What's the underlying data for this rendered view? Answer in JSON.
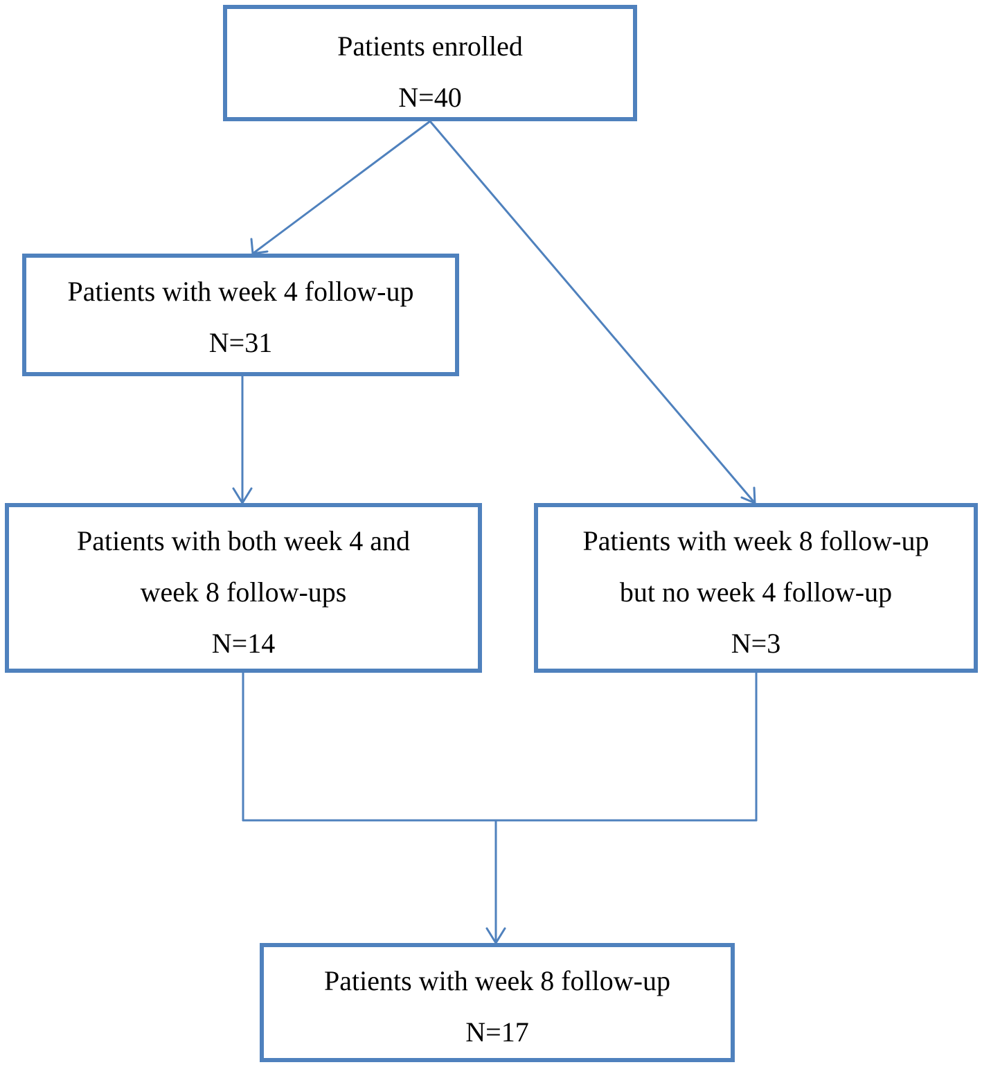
{
  "colors": {
    "box_border": "#4f81bd",
    "connector": "#4f81bd",
    "text": "#000000",
    "background": "#ffffff"
  },
  "boxes": {
    "enrolled": {
      "label": "Patients enrolled",
      "n": "N=40"
    },
    "week4": {
      "label": "Patients with week 4 follow-up",
      "n": "N=31"
    },
    "both": {
      "label_line1": "Patients with both week 4 and",
      "label_line2": "week 8 follow-ups",
      "n": "N=14"
    },
    "week8_only": {
      "label_line1": "Patients with week 8 follow-up",
      "label_line2": "but no week 4 follow-up",
      "n": "N=3"
    },
    "final": {
      "label": "Patients with week 8 follow-up",
      "n": "N=17"
    }
  }
}
